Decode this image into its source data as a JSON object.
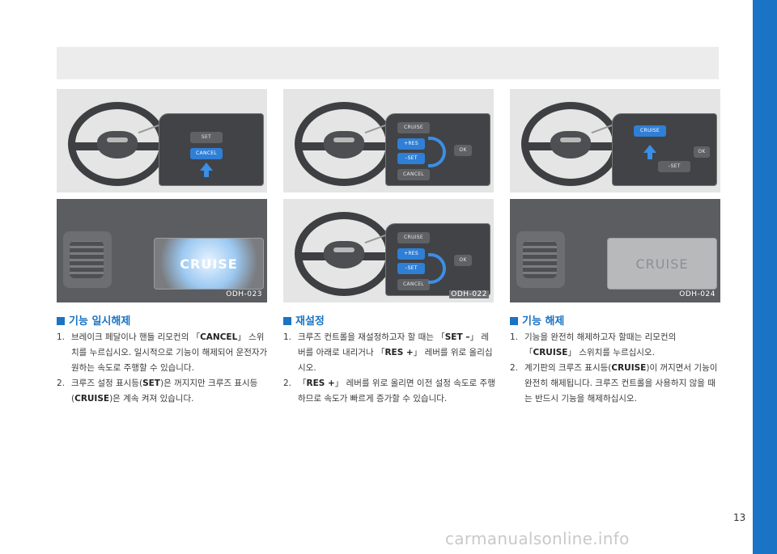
{
  "page_number": "13",
  "watermark": "carmanualsonline.info",
  "sections": [
    {
      "heading": "기능 일시해제",
      "figure": {
        "code": "ODH-023",
        "display_text": "CRUISE",
        "buttons": [
          "SET",
          "CANCEL"
        ]
      },
      "items": [
        {
          "num": "1.",
          "parts": [
            "브레이크 페달이나 핸들 리모컨의 「",
            "CANCEL",
            "」 스위치를 누르십시오. 일시적으로 기능이 해제되어 운전자가 원하는 속도로 주행할 수 있습니다."
          ]
        },
        {
          "num": "2.",
          "parts": [
            "크루즈 설정 표시등(",
            "SET",
            ")은 꺼지지만 크루즈 표시등(",
            "CRUISE",
            ")은 계속 켜져 있습니다."
          ]
        }
      ]
    },
    {
      "heading": "재설정",
      "figure": {
        "code": "ODH-022",
        "buttons_top": [
          "CRUISE",
          "+RES",
          "–SET",
          "CANCEL",
          "OK"
        ],
        "buttons_bottom": [
          "CRUISE",
          "+RES",
          "–SET",
          "CANCEL",
          "OK"
        ]
      },
      "items": [
        {
          "num": "1.",
          "parts": [
            "크루즈 컨트롤을 재설정하고자 할 때는 「",
            "SET –",
            "」 레버를 아래로 내리거나 「",
            "RES +",
            "」 레버를 위로 올리십시오."
          ]
        },
        {
          "num": "2.",
          "parts": [
            "「",
            "RES +",
            "」 레버를 위로 올리면 이전 설정 속도로 주행하므로 속도가 빠르게 증가할 수 있습니다."
          ]
        }
      ]
    },
    {
      "heading": "기능 해제",
      "figure": {
        "code": "ODH-024",
        "display_text": "CRUISE",
        "buttons": [
          "CRUISE",
          "–SET",
          "OK"
        ]
      },
      "items": [
        {
          "num": "1.",
          "parts": [
            "기능을 완전히 해제하고자 할때는 리모컨의 「",
            "CRUISE",
            "」 스위치를 누르십시오."
          ]
        },
        {
          "num": "2.",
          "parts": [
            "계기판의 크루즈 표시등(",
            "CRUISE",
            ")이 꺼지면서 기능이 완전히 해제됩니다. 크루즈 컨트롤을 사용하지 않을 때는 반드시 기능을 해제하십시오."
          ]
        }
      ]
    }
  ]
}
